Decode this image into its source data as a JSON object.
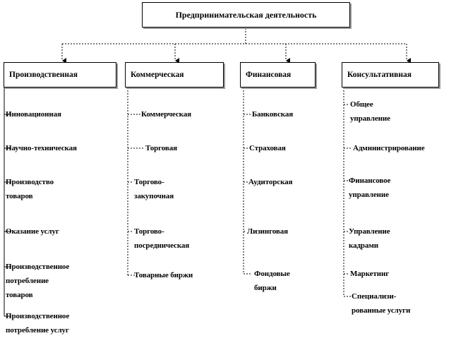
{
  "root": {
    "label": "Предпринимательская деятельность"
  },
  "categories": [
    {
      "label": "Производственная",
      "items": [
        "Инновационная",
        "Научно-техническая",
        "Производство\nтоваров",
        "Оказание услуг",
        "Производственное\nпотребление\nтоваров",
        "Производственное\nпотребление услуг"
      ]
    },
    {
      "label": "Коммерческая",
      "items": [
        "Коммерческая",
        "Торговая",
        "Торгово-\nзакупочная",
        "Торгово-\nпосредническая",
        "Товарные биржи"
      ]
    },
    {
      "label": "Финансовая",
      "items": [
        "Банковская",
        "Страховая",
        "Аудиторская",
        "Лизинговая",
        "Фондовые\nбиржи"
      ]
    },
    {
      "label": "Консультативная",
      "items": [
        "Общее\nуправление",
        "Администрирование",
        "Финансовое\nуправление",
        "Управление\nкадрами",
        "Маркетинг",
        "Специализи-\nрованные услуги"
      ]
    }
  ]
}
